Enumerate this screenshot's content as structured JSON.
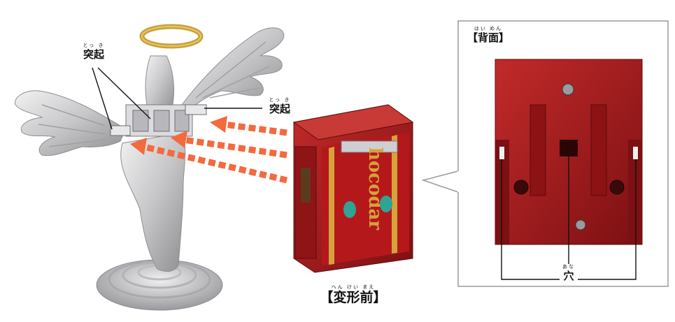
{
  "labels": {
    "protrusion_left": {
      "text": "突起",
      "ruby": "とっ き"
    },
    "protrusion_right": {
      "text": "突起",
      "ruby": "とっ き"
    },
    "back_view": {
      "text": "【背面】",
      "ruby": "はい めん"
    },
    "hole": {
      "text": "穴",
      "ruby": "あな"
    },
    "before_transform": {
      "text": "【変形前】",
      "ruby": "へん けい まえ"
    }
  },
  "product_logo": {
    "text": "hocodar"
  },
  "colors": {
    "block_red": "#a8191c",
    "block_red_dark": "#6e0e10",
    "stripe_gold": "#d6a23a",
    "arrow_red": "#f36a3f",
    "halo_gold": "#c9a13a",
    "angel_silver": "#c9c9cb",
    "callout_border": "#9a9a9a"
  }
}
